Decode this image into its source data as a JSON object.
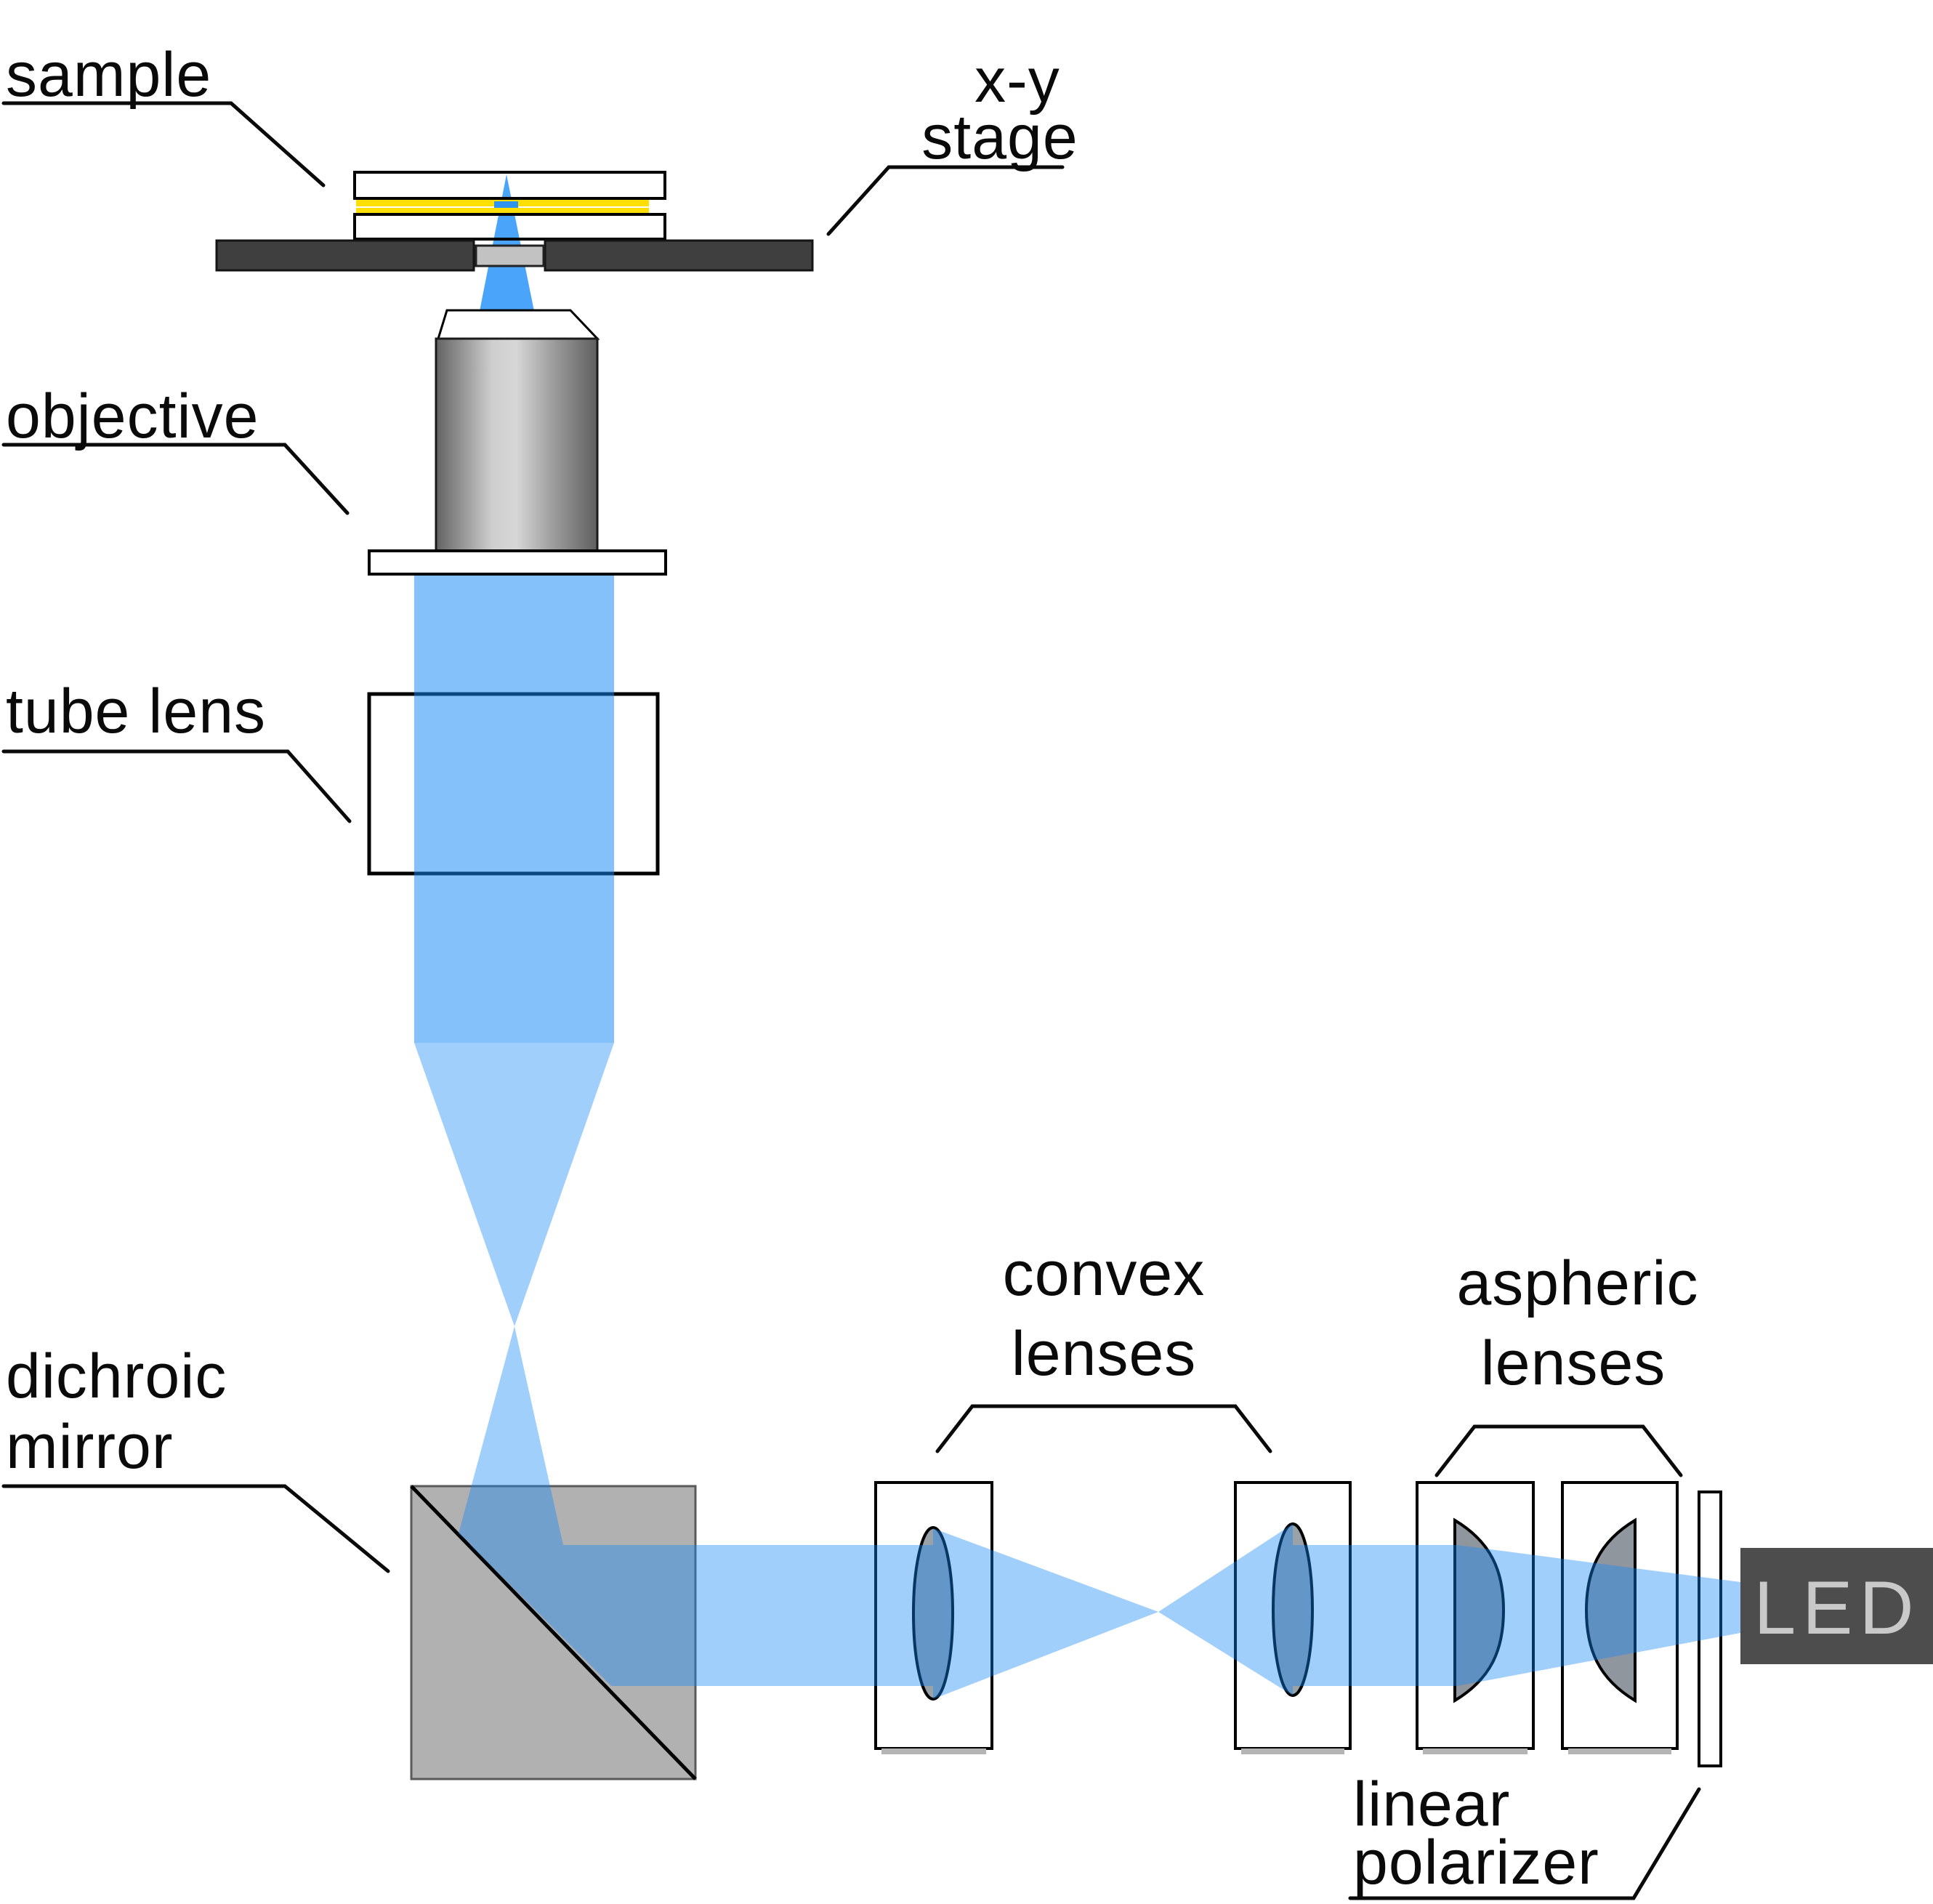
{
  "figure": {
    "type": "optical-microscope-light-path-diagram",
    "description": "Schematic of an LED-illuminated microscope: LED through linear polarizer, aspheric lenses, convex lenses, dichroic mirror, tube lens, objective, up to sample on x-y stage"
  },
  "labels": {
    "sample": "sample",
    "xy_stage_line1": "x-y",
    "xy_stage_line2": "stage",
    "objective": "objective",
    "tube_lens": "tube lens",
    "dichroic_line1": "dichroic",
    "dichroic_line2": "mirror",
    "convex_line1": "convex",
    "convex_line2": "lenses",
    "aspheric_line1": "aspheric",
    "aspheric_line2": "lenses",
    "polarizer_line1": "linear",
    "polarizer_line2": "polarizer",
    "led": "LED"
  },
  "colors": {
    "beam_base": "#1488f7",
    "beam_light_over_white": "#a1cffa",
    "beam_band_over_white": "#85c1fb",
    "beam_over_mirror": "#6e9dd5",
    "sample_cone_blue": "#4da3f2",
    "specimen_dot_blue": "#2e94ef",
    "slide_gray": "#d0d0d0",
    "yellow_layer": "#ffdf00",
    "stage_dark_gray": "#3f3f3f",
    "stage_insert_gray": "#c2c2c2",
    "objective_flange_gray": "#b5b5b5",
    "tube_lens_gray": "#e2e2e2",
    "mirror_gray": "#b1b1b1",
    "mount_black": "#000000",
    "lens_element_gray": "#99a1a9",
    "polarizer_gray": "#cfcfcf",
    "led_box": "#4d4d4d",
    "led_text": "#c9c9c9",
    "line_black": "#0a0a0a"
  }
}
